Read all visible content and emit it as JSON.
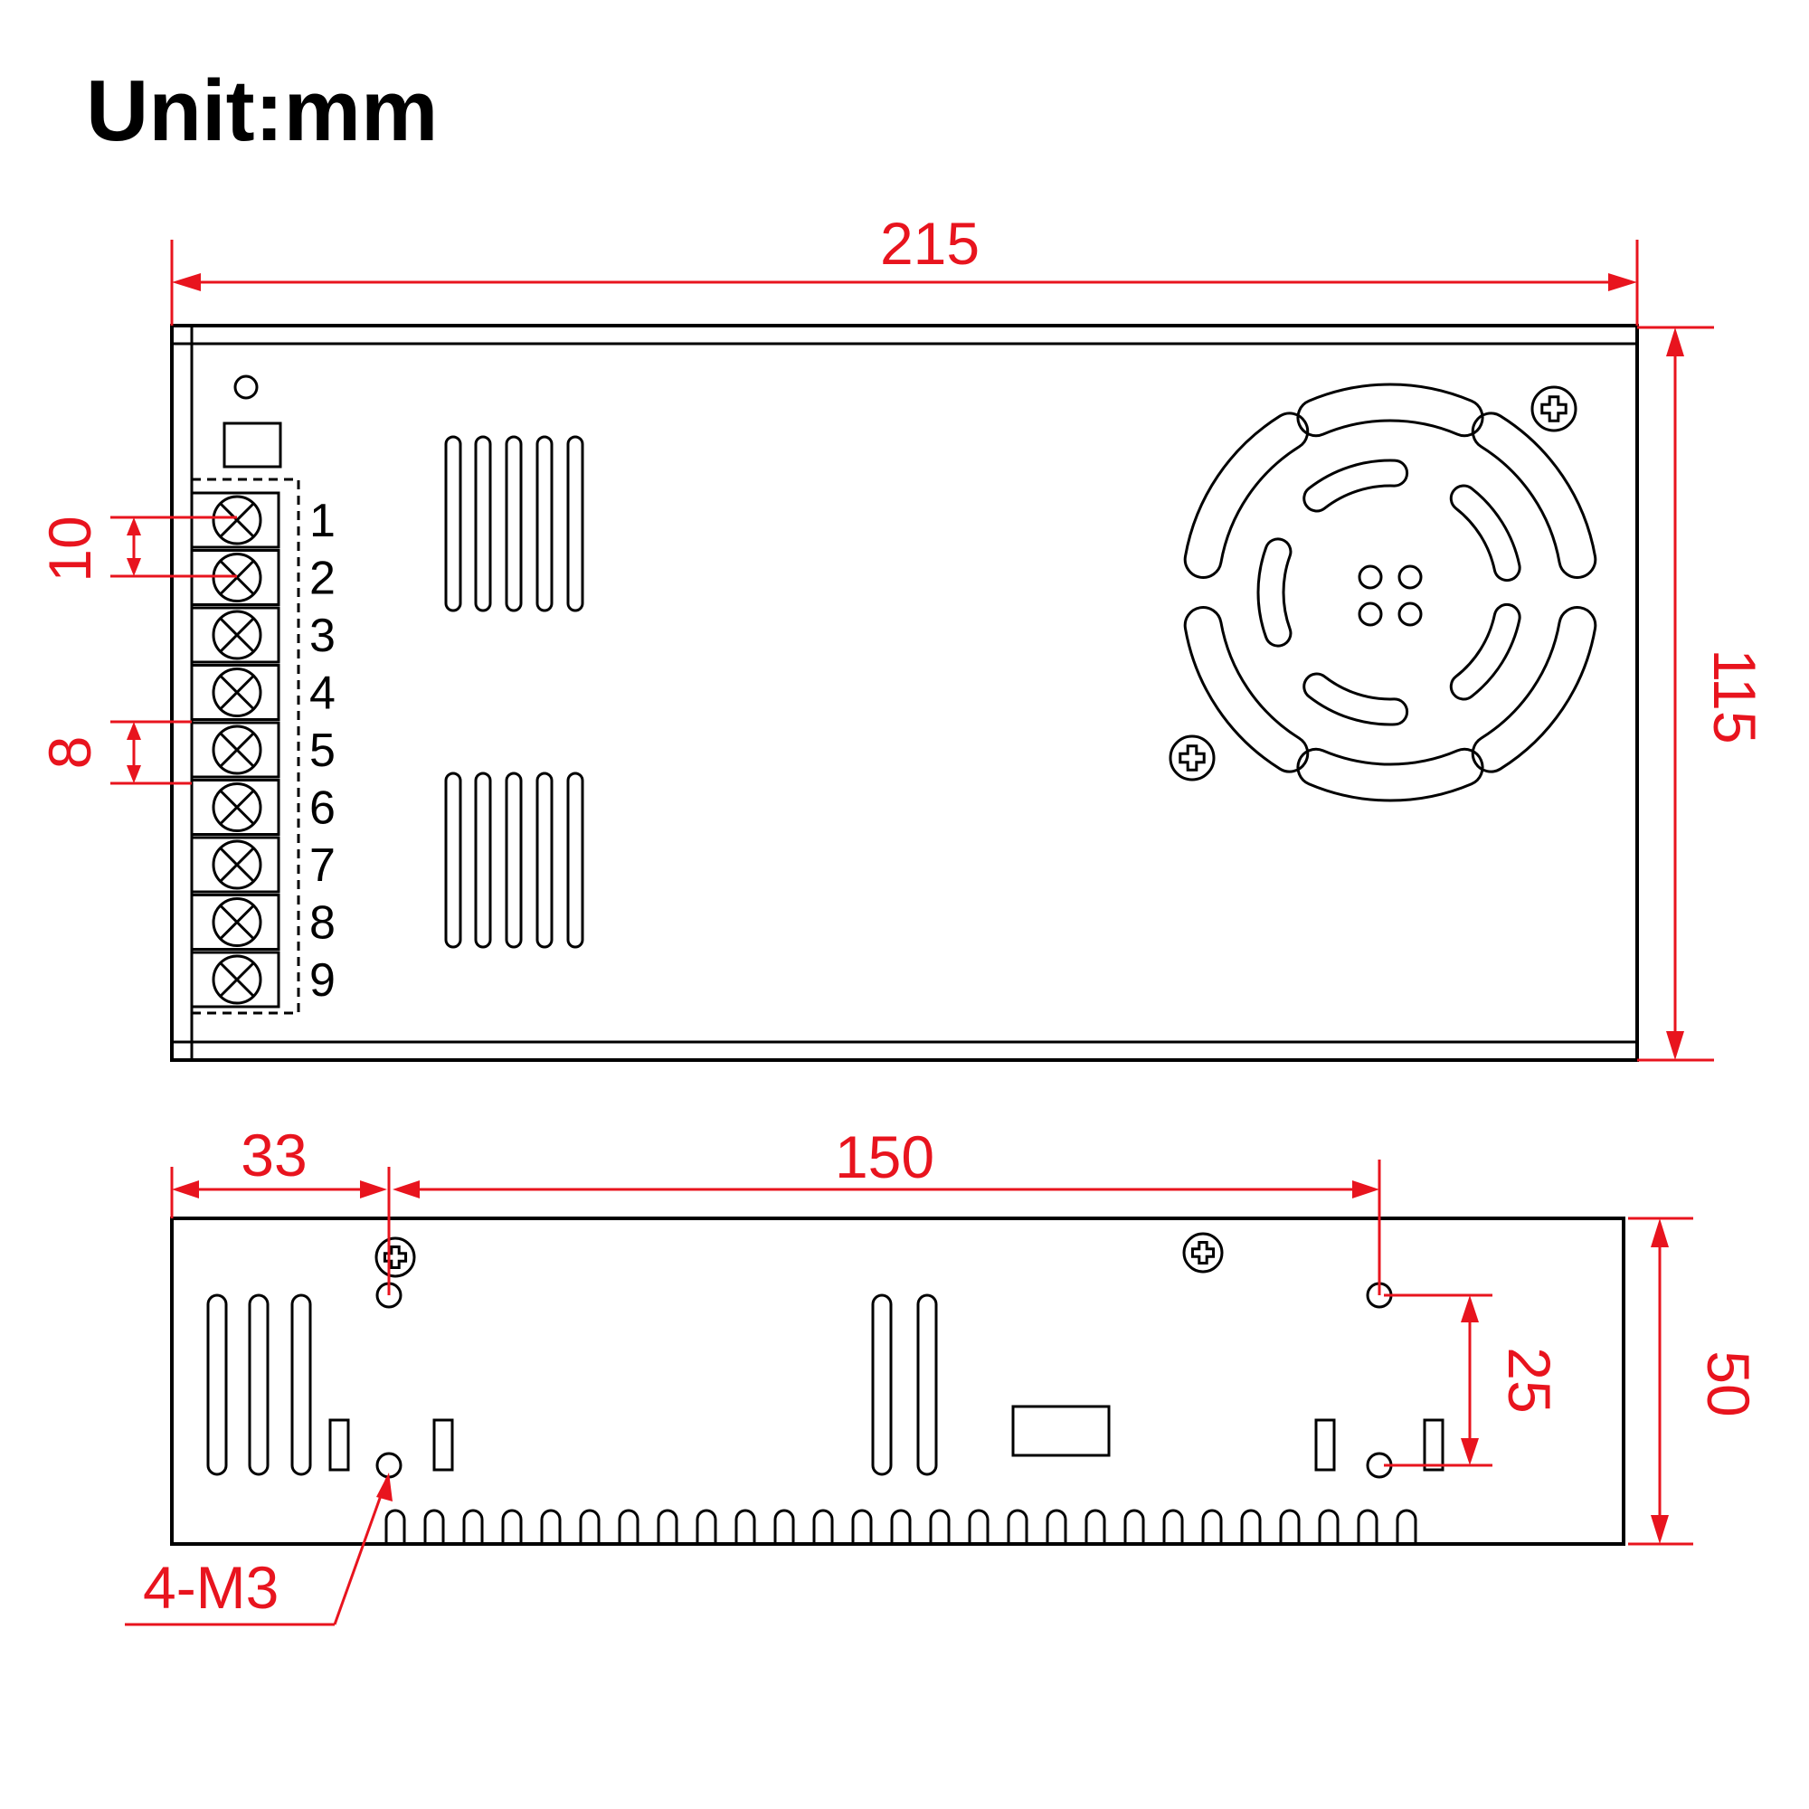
{
  "title": "Unit:mm",
  "dimensions": {
    "top_width": "215",
    "top_height": "115",
    "terminal_pitch": "10",
    "terminal_gap": "8",
    "side_offset": "33",
    "side_hole_spacing": "150",
    "side_hole_vertical": "25",
    "side_height": "50",
    "mount_holes": "4-M3"
  },
  "terminals": [
    "1",
    "2",
    "3",
    "4",
    "5",
    "6",
    "7",
    "8",
    "9"
  ],
  "colors": {
    "dimension": "#e8141e",
    "outline": "#000000",
    "background": "#ffffff"
  }
}
